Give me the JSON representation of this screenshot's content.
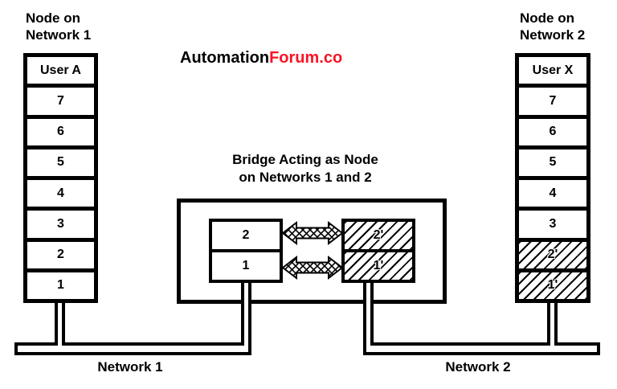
{
  "brand": {
    "text_black": "Automation",
    "text_red": "Forum.co"
  },
  "nodes": {
    "left": {
      "title": "Node on\nNetwork 1",
      "layers": [
        "User A",
        "7",
        "6",
        "5",
        "4",
        "3",
        "2",
        "1"
      ]
    },
    "right": {
      "title": "Node on\nNetwork 2",
      "layers": [
        "User X",
        "7",
        "6",
        "5",
        "4",
        "3",
        "2'",
        "1'"
      ],
      "hatched_layers": [
        "2'",
        "1'"
      ]
    }
  },
  "bridge": {
    "title": "Bridge Acting as Node\non Networks 1 and 2",
    "left_layers": [
      "2",
      "1"
    ],
    "right_layers": [
      "2'",
      "1'"
    ],
    "right_layers_hatched": true
  },
  "networks": {
    "net1_label": "Network 1",
    "net2_label": "Network 2"
  },
  "colors": {
    "line": "#000000",
    "background": "#ffffff",
    "brand_red": "#fb1423"
  }
}
